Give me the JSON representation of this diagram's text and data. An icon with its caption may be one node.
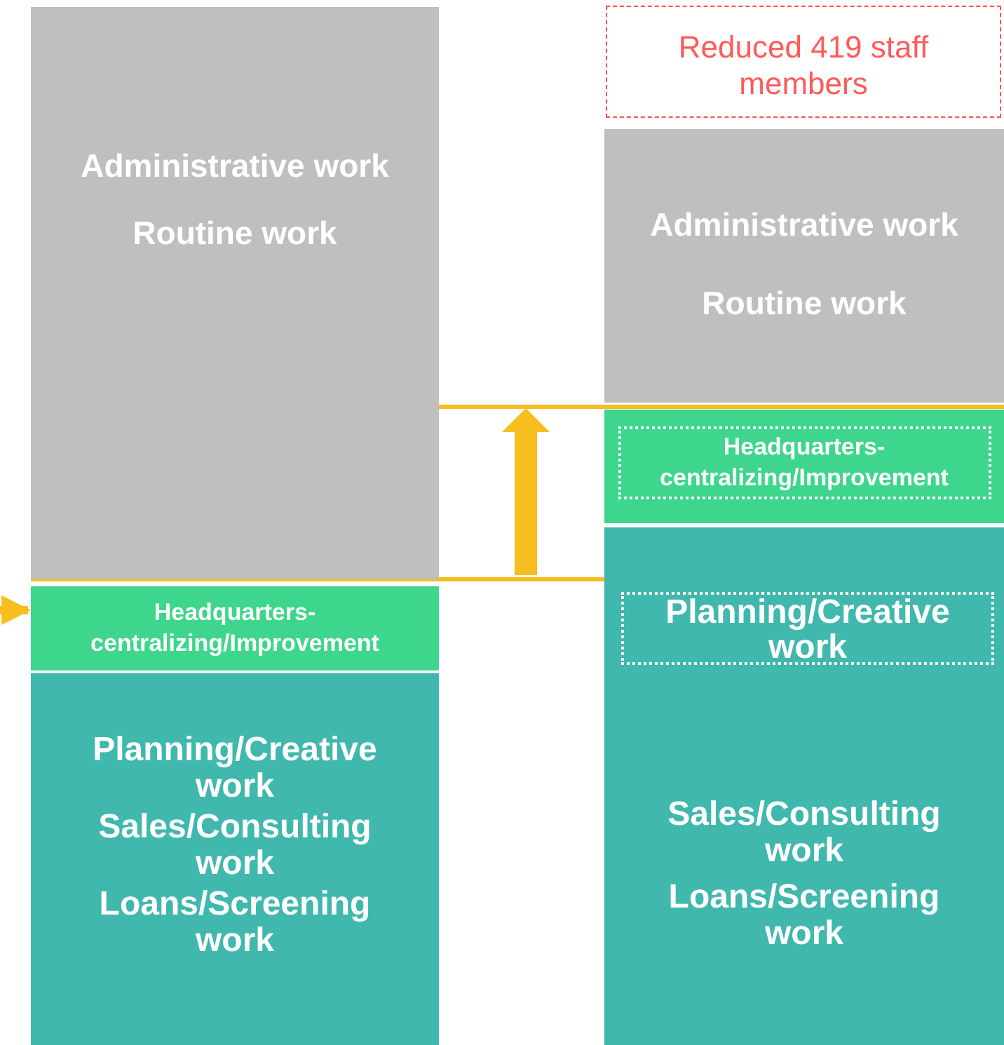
{
  "diagram": {
    "nodes": [
      {
        "text": [
          "Administrative work",
          "Routine work"
        ]
      },
      {
        "text": [
          "Headquarters-centralizing/Improvement"
        ]
      },
      {
        "text": [
          "Planning/Creative work",
          "Sales/Consulting work",
          "Loans/Screening work"
        ]
      },
      {
        "text": [
          "Reduced 419 staff members"
        ]
      },
      {
        "text": [
          "Administrative work",
          "Routine work"
        ]
      },
      {
        "text": [
          "Headquarters-centralizing/Improvement"
        ]
      },
      {
        "text": [
          "Sales/Consulting work",
          "Loans/Screening work"
        ]
      },
      {
        "text": [
          "Planning/Creative work"
        ],
        "in": 6
      }
    ],
    "edges": [
      {
        "from": null,
        "to": 1,
        "arrow": "to"
      }
    ]
  }
}
